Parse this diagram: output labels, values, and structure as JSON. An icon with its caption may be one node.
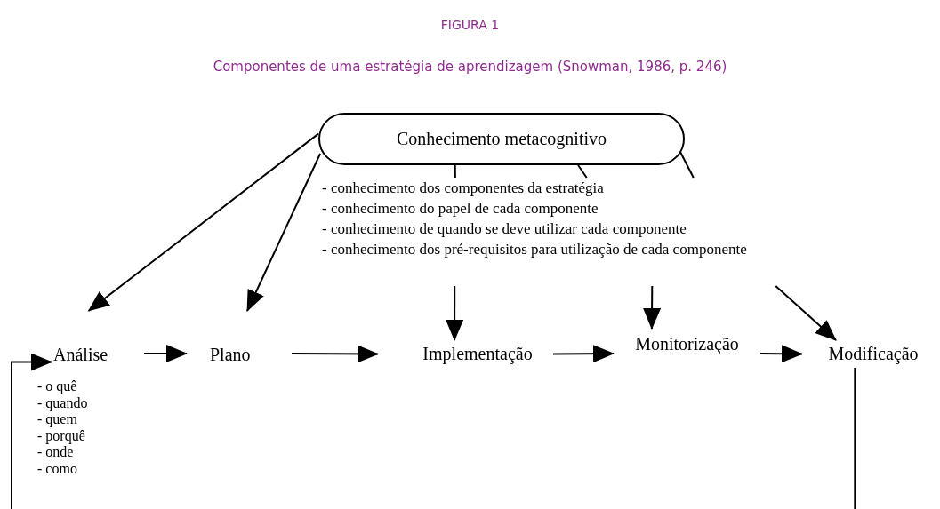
{
  "diagram": {
    "title": "FIGURA 1",
    "caption": "Componentes de uma estratégia de aprendizagem (Snowman, 1986, p. 246)",
    "nodes": [
      {
        "text": [
          "Conhecimento metacognitivo"
        ]
      },
      {
        "text": [
          "- conhecimento dos componentes da estratégia",
          "- conhecimento do papel de cada componente",
          "- conhecimento de quando se deve utilizar cada componente",
          "- conhecimento dos pré-requisitos para utilização de cada componente"
        ]
      },
      {
        "text": [
          "Análise"
        ],
        "beside": [
          "- o quê",
          "- quando",
          "- quem",
          "- porquê",
          "- onde",
          "- como"
        ]
      },
      {
        "text": [
          "Plano"
        ]
      },
      {
        "text": [
          "Implementação"
        ]
      },
      {
        "text": [
          "Monitorização"
        ]
      },
      {
        "text": [
          "Modificação"
        ]
      }
    ],
    "edges": [
      {
        "from": 0,
        "to": 2,
        "arrow": "to"
      },
      {
        "from": 0,
        "to": 3,
        "arrow": "to"
      },
      {
        "from": 0,
        "to": 1,
        "arrow": "none"
      },
      {
        "from": 0,
        "to": 1,
        "arrow": "none"
      },
      {
        "from": 0,
        "to": 1,
        "arrow": "none"
      },
      {
        "from": 1,
        "to": 4,
        "arrow": "to"
      },
      {
        "from": 1,
        "to": 5,
        "arrow": "to"
      },
      {
        "from": 1,
        "to": 6,
        "arrow": "to"
      },
      {
        "from": 2,
        "to": 3,
        "arrow": "to"
      },
      {
        "from": 3,
        "to": 4,
        "arrow": "to"
      },
      {
        "from": 4,
        "to": 5,
        "arrow": "to"
      },
      {
        "from": 5,
        "to": 6,
        "arrow": "to"
      },
      {
        "from": 6,
        "to": 2,
        "arrow": "to"
      }
    ]
  }
}
